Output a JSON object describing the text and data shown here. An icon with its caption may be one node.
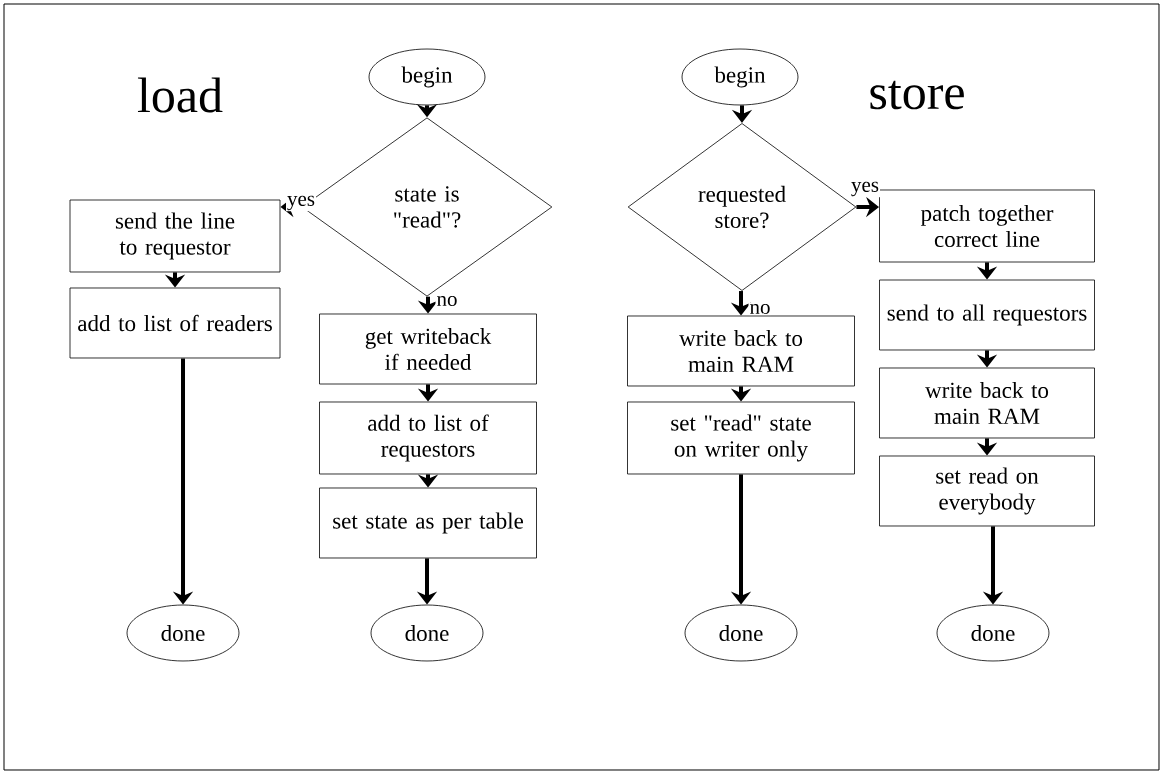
{
  "diagram": {
    "nodes": [
      {
        "text": [
          "begin"
        ]
      },
      {
        "text": [
          "state is \"read\"?"
        ]
      },
      {
        "text": [
          "send the line to requestor"
        ]
      },
      {
        "text": [
          "add to list of readers"
        ]
      },
      {
        "text": [
          "done"
        ]
      },
      {
        "text": [
          "get writeback if needed"
        ]
      },
      {
        "text": [
          "add to list of requestors"
        ]
      },
      {
        "text": [
          "set state as per table"
        ]
      },
      {
        "text": [
          "done"
        ]
      },
      {
        "text": [
          "begin"
        ]
      },
      {
        "text": [
          "requested store?"
        ]
      },
      {
        "text": [
          "write back to main RAM"
        ]
      },
      {
        "text": [
          "set \"read\" state on writer only"
        ]
      },
      {
        "text": [
          "done"
        ]
      },
      {
        "text": [
          "patch together correct line"
        ]
      },
      {
        "text": [
          "send to all requestors"
        ]
      },
      {
        "text": [
          "write back to main RAM"
        ]
      },
      {
        "text": [
          "set read on everybody"
        ]
      },
      {
        "text": [
          "done"
        ]
      }
    ],
    "edges": [
      {
        "from": 0,
        "to": 1,
        "arrow": "to"
      },
      {
        "from": 1,
        "to": 2,
        "arrow": "to",
        "label": "yes"
      },
      {
        "from": 2,
        "to": 3,
        "arrow": "to"
      },
      {
        "from": 3,
        "to": 4,
        "arrow": "to"
      },
      {
        "from": 1,
        "to": 5,
        "arrow": "to",
        "label": "no"
      },
      {
        "from": 5,
        "to": 6,
        "arrow": "to"
      },
      {
        "from": 6,
        "to": 7,
        "arrow": "to"
      },
      {
        "from": 7,
        "to": 8,
        "arrow": "to"
      },
      {
        "from": 9,
        "to": 10,
        "arrow": "to"
      },
      {
        "from": 10,
        "to": 11,
        "arrow": "to",
        "label": "no"
      },
      {
        "from": 11,
        "to": 12,
        "arrow": "to"
      },
      {
        "from": 12,
        "to": 13,
        "arrow": "to"
      },
      {
        "from": 10,
        "to": 14,
        "arrow": "to",
        "label": "yes"
      },
      {
        "from": 14,
        "to": 15,
        "arrow": "to"
      },
      {
        "from": 15,
        "to": 16,
        "arrow": "to"
      },
      {
        "from": 16,
        "to": 17,
        "arrow": "to"
      },
      {
        "from": 17,
        "to": 18,
        "arrow": "to"
      }
    ],
    "labels": [
      "load",
      "store"
    ]
  }
}
